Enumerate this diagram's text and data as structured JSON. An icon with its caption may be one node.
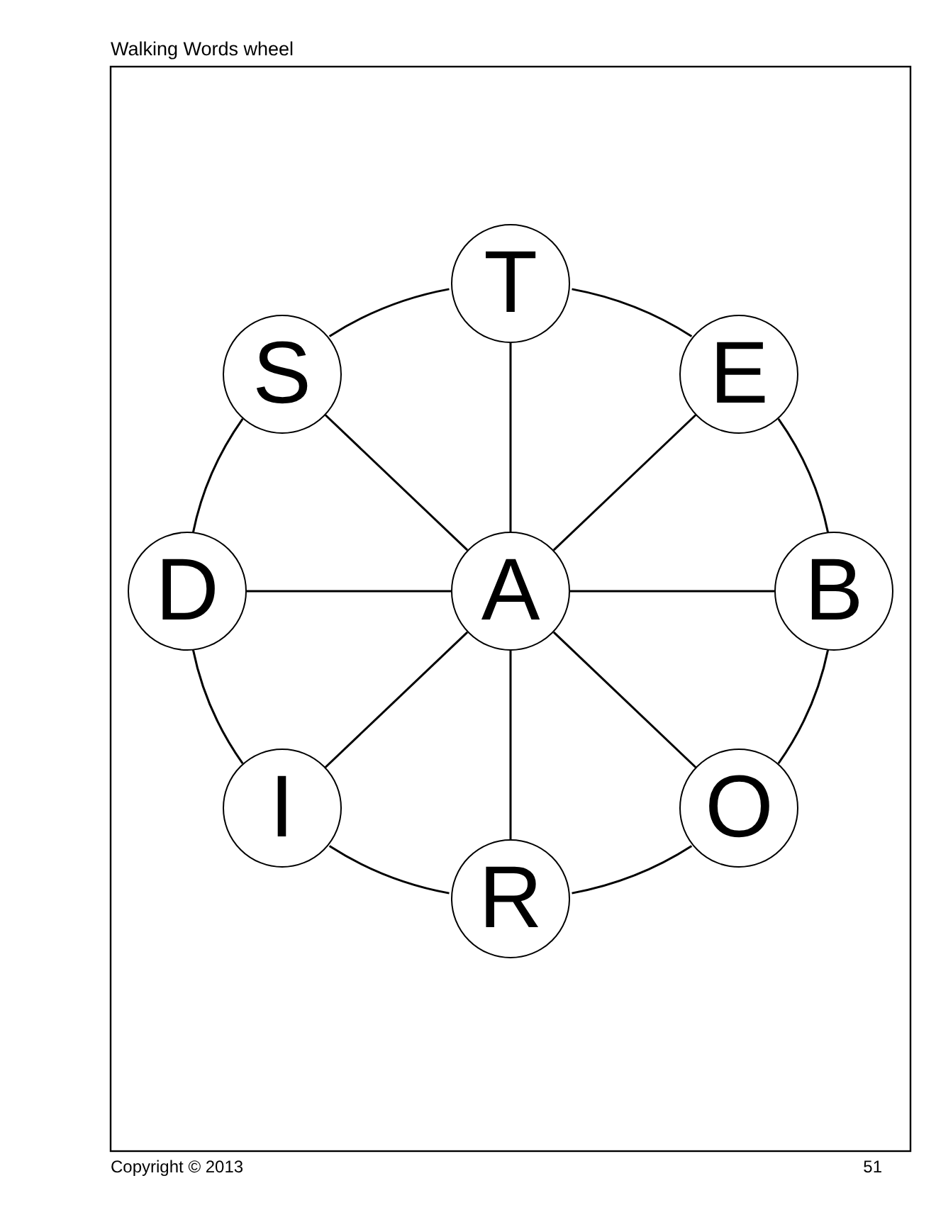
{
  "diagram": {
    "title": "Walking Words wheel",
    "nodes": [
      {
        "text": [
          "T"
        ]
      },
      {
        "text": [
          "S"
        ]
      },
      {
        "text": [
          "E"
        ]
      },
      {
        "text": [
          "D"
        ]
      },
      {
        "text": [
          "A"
        ]
      },
      {
        "text": [
          "B"
        ]
      },
      {
        "text": [
          "I"
        ]
      },
      {
        "text": [
          "O"
        ]
      },
      {
        "text": [
          "R"
        ]
      }
    ],
    "edges": [
      {
        "from": 4,
        "to": 0,
        "arrow": "none"
      },
      {
        "from": 4,
        "to": 2,
        "arrow": "none"
      },
      {
        "from": 4,
        "to": 5,
        "arrow": "none"
      },
      {
        "from": 4,
        "to": 7,
        "arrow": "none"
      },
      {
        "from": 4,
        "to": 8,
        "arrow": "none"
      },
      {
        "from": 4,
        "to": 6,
        "arrow": "none"
      },
      {
        "from": 4,
        "to": 3,
        "arrow": "none"
      },
      {
        "from": 4,
        "to": 1,
        "arrow": "none"
      },
      {
        "from": 0,
        "to": 2,
        "arrow": "none"
      },
      {
        "from": 2,
        "to": 5,
        "arrow": "none"
      },
      {
        "from": 5,
        "to": 7,
        "arrow": "none"
      },
      {
        "from": 7,
        "to": 8,
        "arrow": "none"
      },
      {
        "from": 8,
        "to": 6,
        "arrow": "none"
      },
      {
        "from": 6,
        "to": 3,
        "arrow": "none"
      },
      {
        "from": 3,
        "to": 1,
        "arrow": "none"
      },
      {
        "from": 1,
        "to": 0,
        "arrow": "none"
      }
    ],
    "labels": [
      "Copyright © 2013",
      "51"
    ]
  }
}
